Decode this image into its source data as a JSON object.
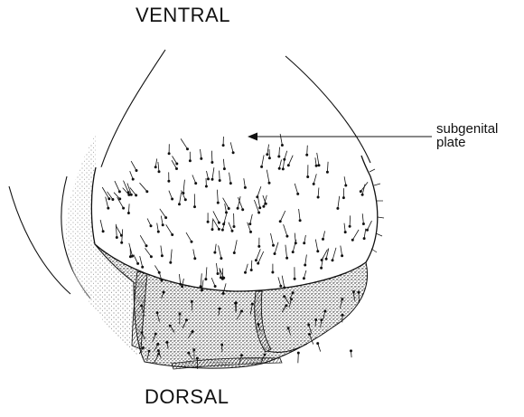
{
  "labels": {
    "top": "VENTRAL",
    "bottom": "DORSAL",
    "callout_line1": "subgenital",
    "callout_line2": "plate"
  },
  "colors": {
    "ink": "#111111",
    "paper": "#ffffff"
  },
  "illustration": "line drawing of a setose subgenital plate with stippled lateral and dorsal sclerites"
}
